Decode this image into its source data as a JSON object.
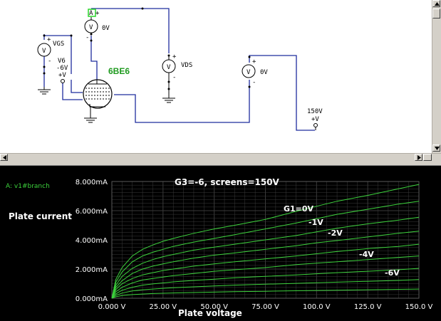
{
  "schematic": {
    "tube_label": "6BE6",
    "node_a_label": "A",
    "meter_glyph": "V",
    "vgs_label": "VGS",
    "v6_label": "V6",
    "v6_value": "-6V",
    "v6_plus": "+V",
    "vds_label": "VDS",
    "meter_top_reading": "0V",
    "meter_right_reading": "0V",
    "supply_value": "150V",
    "supply_plus": "+V",
    "plus_sign": "+",
    "minus_sign": "-",
    "colors": {
      "wire": "#1f2d9e",
      "tube_label": "#1e9a1e",
      "node_highlight": "#2ad52a"
    }
  },
  "plot": {
    "trace_name": "A: v1#branch",
    "title": "G3=-6, screens=150V",
    "ylabel": "Plate current",
    "xlabel": "Plate voltage",
    "curve_labels": [
      "G1=0V",
      "-1V",
      "-2V",
      "-4V",
      "-6V"
    ],
    "colors": {
      "background": "#000000",
      "grid": "#3a3a3a",
      "trace": "#3cd23c",
      "text": "#ffffff"
    }
  },
  "chart_data": {
    "type": "line",
    "title": "G3=-6, screens=150V",
    "xlabel": "Plate voltage",
    "ylabel": "Plate current",
    "x_ticks": [
      "0.000 V",
      "25.00 V",
      "50.00 V",
      "75.00 V",
      "100.0 V",
      "125.0 V",
      "150.0 V"
    ],
    "y_ticks": [
      "0.000mA",
      "2.000mA",
      "4.000mA",
      "6.000mA",
      "8.000mA"
    ],
    "xlim": [
      0,
      150
    ],
    "ylim": [
      0,
      8
    ],
    "grid": true,
    "legend": "A: v1#branch",
    "x": [
      0,
      2,
      5,
      10,
      15,
      20,
      25,
      30,
      40,
      50,
      60,
      75,
      90,
      100,
      110,
      125,
      140,
      150
    ],
    "series": [
      {
        "name": "G1=0V",
        "values": [
          0,
          1.3,
          2.1,
          2.9,
          3.35,
          3.65,
          3.9,
          4.1,
          4.45,
          4.75,
          5.0,
          5.4,
          5.95,
          6.3,
          6.65,
          7.05,
          7.5,
          7.8
        ]
      },
      {
        "values": [
          0,
          1.1,
          1.8,
          2.5,
          2.9,
          3.15,
          3.35,
          3.55,
          3.85,
          4.1,
          4.35,
          4.75,
          5.15,
          5.45,
          5.75,
          6.1,
          6.45,
          6.65
        ]
      },
      {
        "name": "-1V",
        "values": [
          0,
          0.9,
          1.5,
          2.05,
          2.4,
          2.65,
          2.85,
          3.0,
          3.3,
          3.5,
          3.7,
          4.0,
          4.3,
          4.55,
          4.8,
          5.1,
          5.35,
          5.55
        ]
      },
      {
        "values": [
          0,
          0.75,
          1.2,
          1.7,
          2.0,
          2.2,
          2.35,
          2.5,
          2.75,
          2.95,
          3.1,
          3.35,
          3.6,
          3.8,
          3.95,
          4.2,
          4.45,
          4.6
        ]
      },
      {
        "name": "-2V",
        "values": [
          0,
          0.6,
          1.0,
          1.35,
          1.6,
          1.75,
          1.9,
          2.0,
          2.2,
          2.35,
          2.5,
          2.7,
          2.9,
          3.05,
          3.2,
          3.4,
          3.55,
          3.7
        ]
      },
      {
        "values": [
          0,
          0.45,
          0.75,
          1.05,
          1.25,
          1.35,
          1.45,
          1.55,
          1.7,
          1.85,
          1.95,
          2.1,
          2.3,
          2.4,
          2.5,
          2.65,
          2.8,
          2.9
        ]
      },
      {
        "name": "-4V",
        "values": [
          0,
          0.3,
          0.55,
          0.75,
          0.9,
          0.98,
          1.05,
          1.12,
          1.22,
          1.3,
          1.4,
          1.5,
          1.6,
          1.68,
          1.75,
          1.85,
          1.95,
          2.05
        ]
      },
      {
        "values": [
          0,
          0.2,
          0.35,
          0.5,
          0.58,
          0.63,
          0.68,
          0.72,
          0.78,
          0.84,
          0.9,
          0.96,
          1.02,
          1.06,
          1.1,
          1.16,
          1.22,
          1.28
        ]
      },
      {
        "name": "-6V",
        "values": [
          0,
          0.1,
          0.18,
          0.25,
          0.29,
          0.32,
          0.34,
          0.36,
          0.39,
          0.42,
          0.45,
          0.48,
          0.51,
          0.53,
          0.55,
          0.58,
          0.61,
          0.63
        ]
      }
    ]
  }
}
